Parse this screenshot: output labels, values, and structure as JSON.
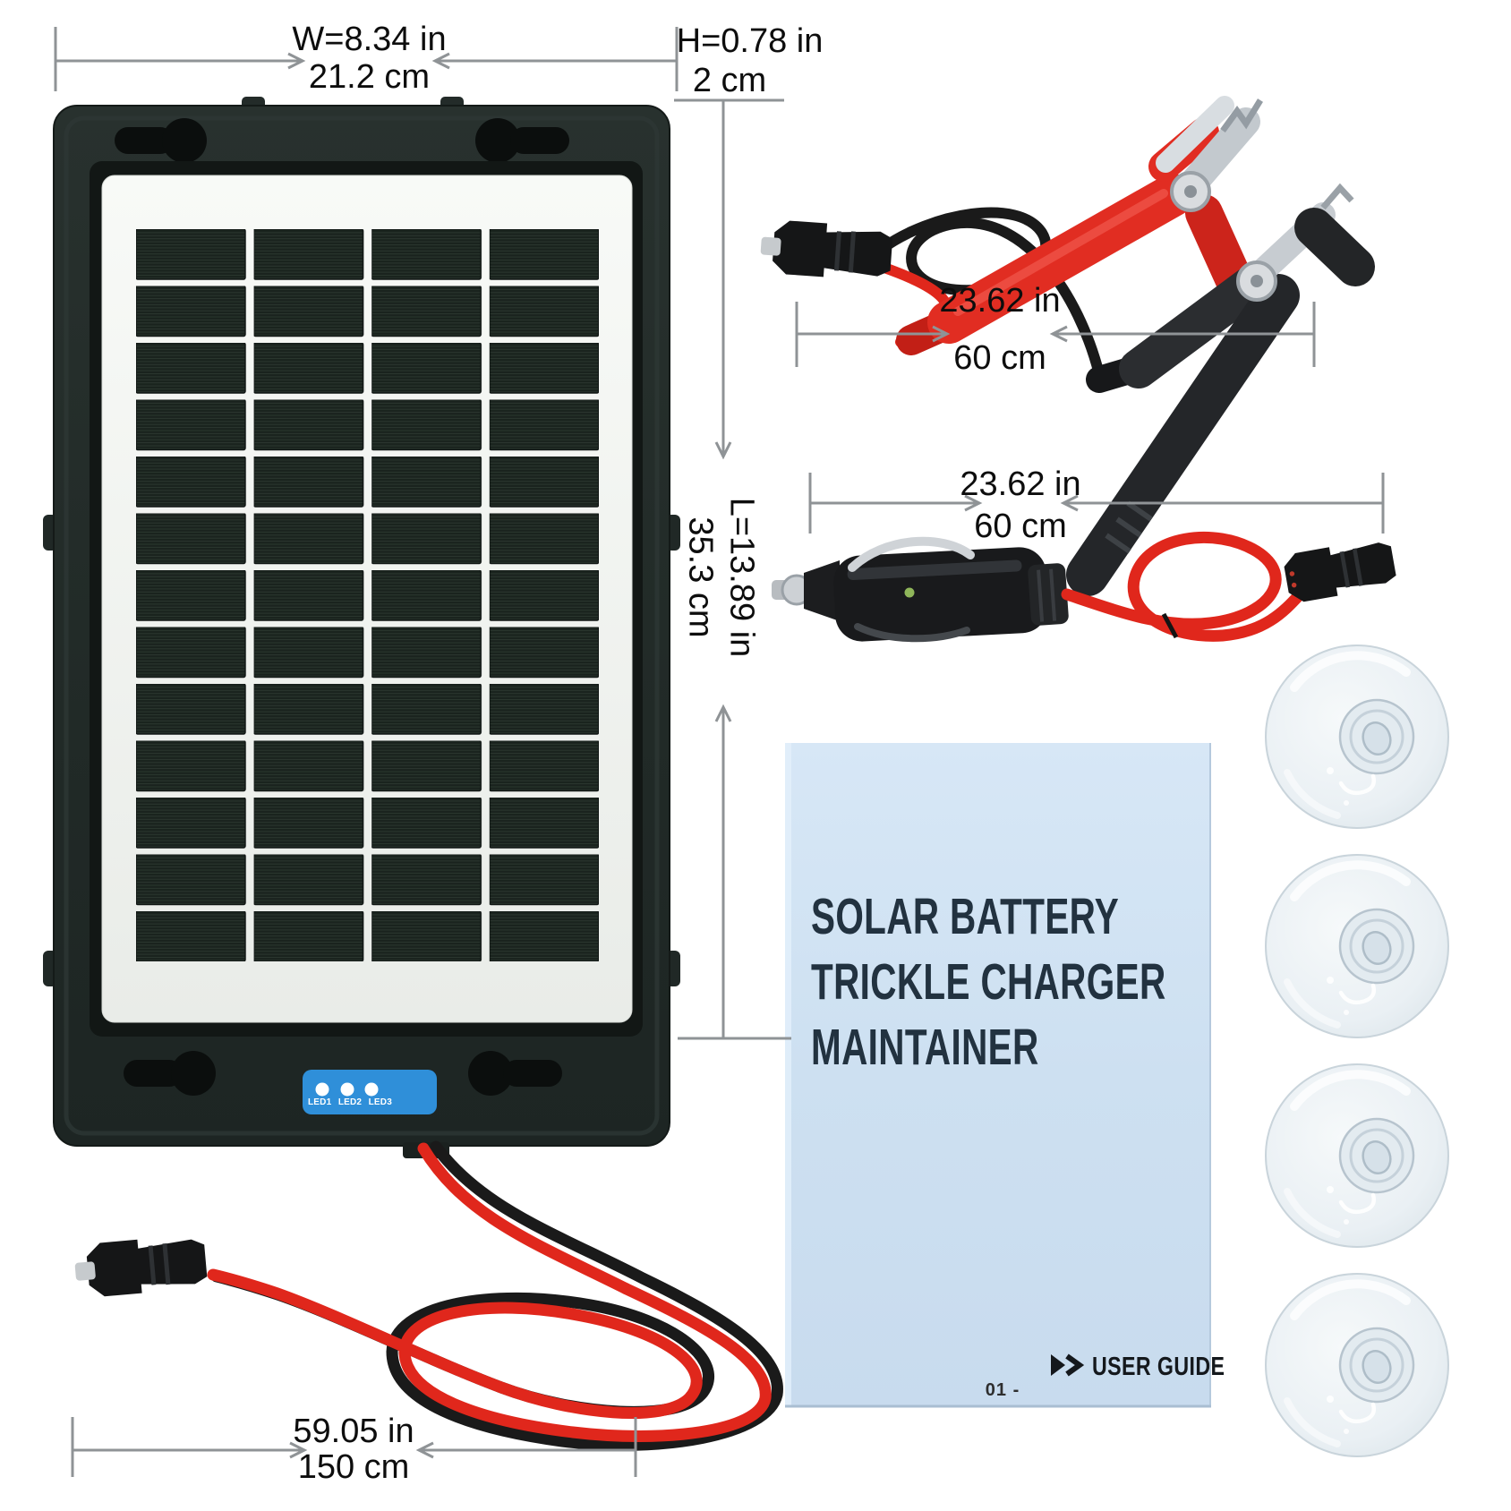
{
  "dims": {
    "panel_width": {
      "in": "W=8.34 in",
      "cm": "21.2 cm"
    },
    "panel_height": {
      "in": "H=0.78 in",
      "cm": "2 cm"
    },
    "panel_length": {
      "in": "L=13.89 in",
      "cm": "35.3 cm"
    },
    "clamp_cable": {
      "in": "23.62 in",
      "cm": "60 cm"
    },
    "lighter_cable": {
      "in": "23.62 in",
      "cm": "60 cm"
    },
    "panel_cable": {
      "in": "59.05 in",
      "cm": "150 cm"
    }
  },
  "panel": {
    "led_labels": [
      "LED1",
      "LED2",
      "LED3"
    ]
  },
  "booklet": {
    "title_lines": [
      "SOLAR BATTERY",
      "TRICKLE CHARGER",
      "MAINTAINER"
    ],
    "user_guide_label": "USER GUIDE",
    "page_number": "01 -"
  },
  "colors": {
    "wire_red": "#e0271c",
    "wire_black": "#1a1a1a",
    "led_label_bg": "#2f8fd9",
    "booklet_bg": "#cfe1f2",
    "booklet_text": "#223240",
    "dimension_line": "#8f9396",
    "clamp_red": "#e12d22",
    "clamp_black": "#242629",
    "panel_frame": "#232b29"
  }
}
